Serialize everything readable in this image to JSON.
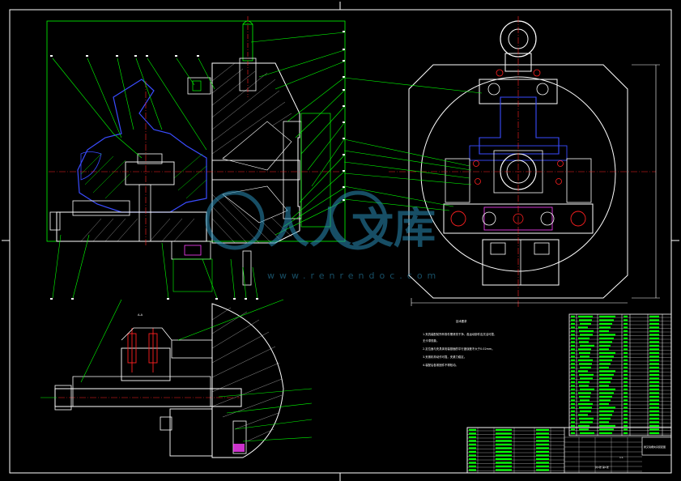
{
  "drawing": {
    "background": "#000000",
    "colors": {
      "outline": "#ffffff",
      "leader": "#00ff00",
      "part": "#3a4cff",
      "centerline": "#ff2020",
      "hatch": "#00ff00",
      "highlight": "#ff40ff",
      "dim": "#00ffff",
      "yellow": "#ffff00",
      "frame": "#ffffff"
    },
    "watermark": {
      "main": "人人文库",
      "url": "www.renrendoc.com",
      "color": "#2b8fb8"
    },
    "section_label": "A-A",
    "notes": {
      "title": "技术要求",
      "lines": [
        "1.夹具装配前所有零件需清洗干净，各运动部件应灵活可靠，",
        "无卡滞现象。",
        "2.定位面与夹具体安装基面的平行度误差不大于0.02mm。",
        "3.夹紧机构动作可靠，夹紧力稳定。",
        "4.装配后各紧固件不得松动。"
      ]
    },
    "title_block": {
      "name": "拨叉铣槽夹具装配图",
      "scale": "1:1",
      "sheet": "共1张 第1张"
    }
  }
}
